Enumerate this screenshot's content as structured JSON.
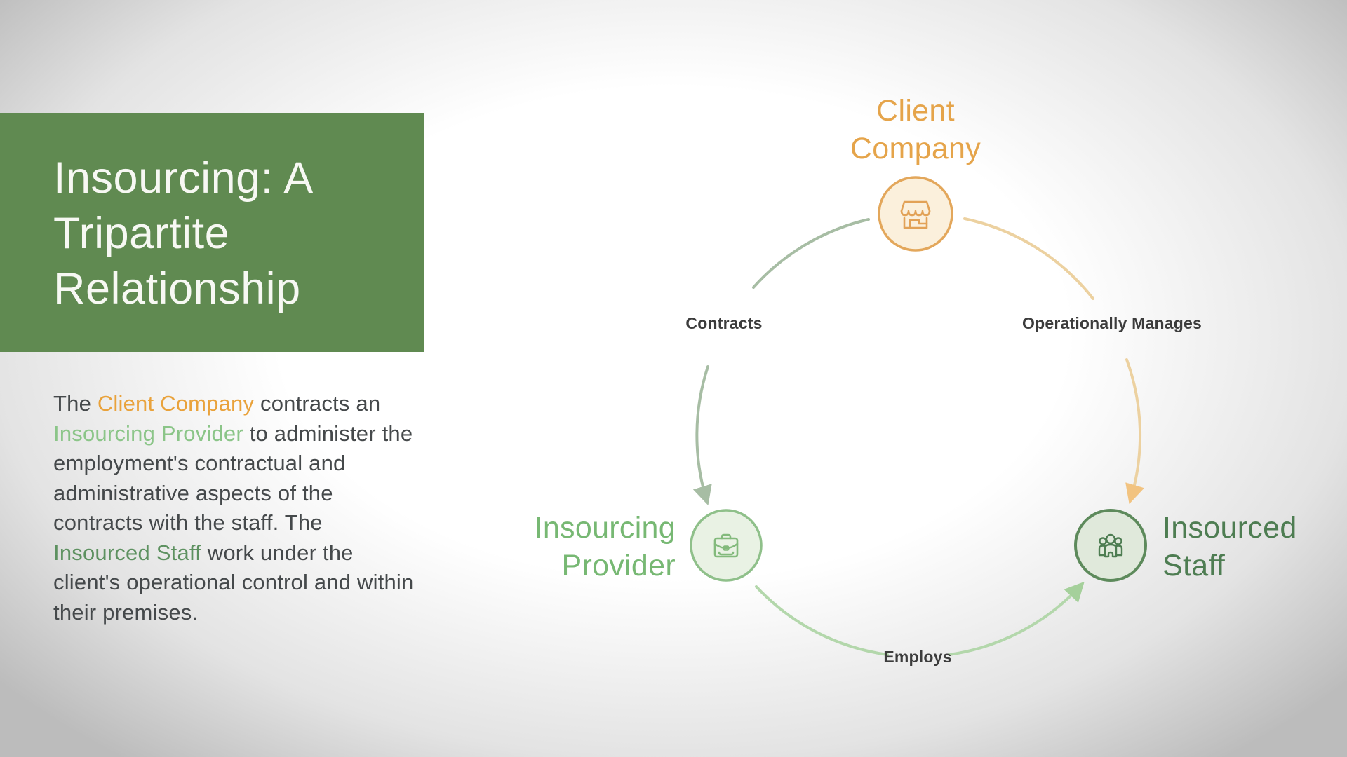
{
  "title_panel": {
    "title": "Insourcing: A Tripartite Relationship",
    "bg_color": "#608a51",
    "text_color": "#f7f8f3"
  },
  "description": {
    "p1": "The ",
    "client_company": "Client Company",
    "p2": " contracts an ",
    "insourcing_provider": "Insourcing Provider",
    "p3": " to administer the employment's contractual and administrative aspects of the contracts with the staff. The ",
    "insourced_staff": "Insourced Staff",
    "p4": " work under the client's operational control and within their premises.",
    "highlight_colors": {
      "client_company": "#e9a23b",
      "insourcing_provider": "#8bc588",
      "insourced_staff": "#5d9160"
    }
  },
  "diagram": {
    "nodes": [
      {
        "id": "client-company",
        "lines": [
          "Client",
          "Company"
        ],
        "icon": "storefront-icon",
        "accent": "#e5a44a",
        "circle_stroke": "#e3a75b",
        "circle_fill": "#fbf0dc"
      },
      {
        "id": "insourcing-provider",
        "lines": [
          "Insourcing",
          "Provider"
        ],
        "icon": "briefcase-icon",
        "accent": "#77b873",
        "circle_stroke": "#8fc08a",
        "circle_fill": "#e9f2e4"
      },
      {
        "id": "insourced-staff",
        "lines": [
          "Insourced",
          "Staff"
        ],
        "icon": "team-icon",
        "accent": "#4e7d52",
        "circle_stroke": "#5d8a5b",
        "circle_fill": "#e0e9db"
      }
    ],
    "edges": [
      {
        "from": "client-company",
        "to": "insourcing-provider",
        "label": "Contracts",
        "color": "#a7bda4"
      },
      {
        "from": "client-company",
        "to": "insourced-staff",
        "label": "Operationally Manages",
        "color": "#ecd1a0"
      },
      {
        "from": "insourcing-provider",
        "to": "insourced-staff",
        "label": "Employs",
        "color": "#b3d7ab"
      }
    ]
  }
}
